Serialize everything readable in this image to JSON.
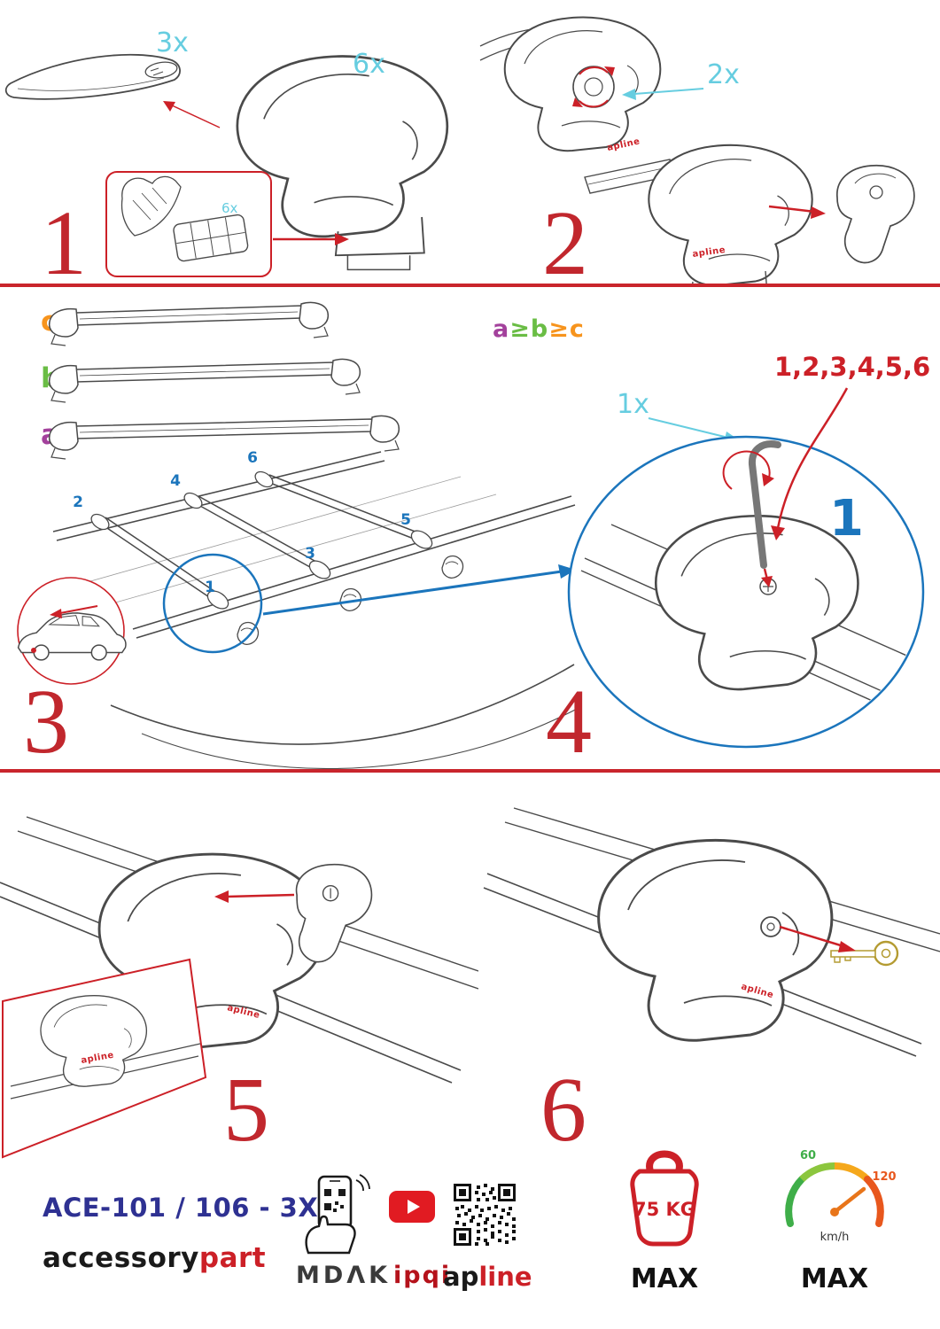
{
  "colors": {
    "red": "#cc2027",
    "step_number_red": "#c1272d",
    "cyan": "#66cde0",
    "blue": "#1b75bc",
    "navy": "#2e3192",
    "orange": "#f7941d",
    "green": "#6abd45",
    "purple": "#a3419c",
    "line_gray": "#4a4a4a"
  },
  "steps": {
    "s1": {
      "number": "1",
      "bar_qty": "3x",
      "foot_qty": "6x",
      "pad_qty": "6x"
    },
    "s2": {
      "number": "2",
      "knob_qty": "2x",
      "foot_brand": "apline"
    },
    "s3": {
      "number": "3",
      "size_labels": {
        "a": "a",
        "b": "b",
        "c": "c"
      },
      "formula": {
        "a": "a",
        "ge1": "≥",
        "b": "b",
        "ge2": "≥",
        "c": "c"
      },
      "positions": {
        "p1": "1",
        "p2": "2",
        "p3": "3",
        "p4": "4",
        "p5": "5",
        "p6": "6"
      }
    },
    "s4": {
      "number": "4",
      "tool_qty": "1x",
      "sequence": "1,2,3,4,5,6",
      "torque_step": "1"
    },
    "s5": {
      "number": "5",
      "foot_brand": "apline"
    },
    "s6": {
      "number": "6",
      "foot_brand": "apline"
    }
  },
  "footer": {
    "model": "ACE-101 / 106 - 3X",
    "brand": {
      "black": "accessory",
      "red": "part"
    },
    "logo_mdak": "MDΛK",
    "logo_ipqi": "ipqi",
    "logo_apline": {
      "black": "ap",
      "red": "line"
    },
    "weight": {
      "value": "75 KG",
      "max": "MAX"
    },
    "speed": {
      "low": "60",
      "high": "120",
      "unit": "km/h",
      "max": "MAX"
    }
  }
}
